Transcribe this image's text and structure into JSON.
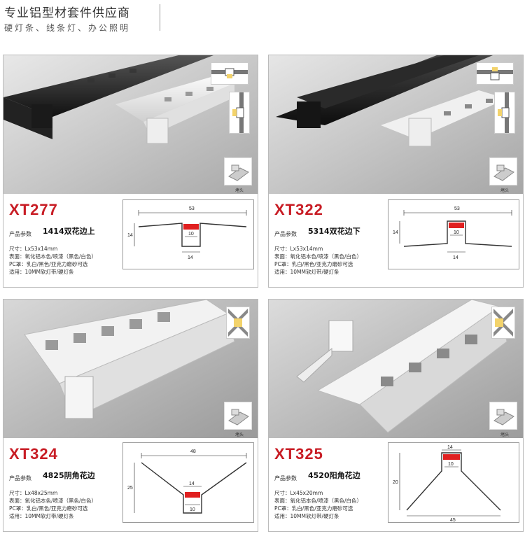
{
  "header": {
    "title": "专业铝型材套件供应商",
    "subtitle": "硬灯条、线条灯、办公照明"
  },
  "common": {
    "param_label": "产品参数",
    "endcap_label": "堵头"
  },
  "products": [
    {
      "model": "XT277",
      "name": "1414双花边上",
      "specs": [
        "尺寸：Lx53x14mm",
        "表面：氧化铝本色/喷漆（黑色/白色）",
        "PC罩：乳白/黑色/亚克力磨砂可选",
        "适用：10MM软灯带/硬灯条"
      ],
      "dims": {
        "width": "53",
        "height": "14",
        "inner": "10",
        "channel": "14"
      }
    },
    {
      "model": "XT322",
      "name": "5314双花边下",
      "specs": [
        "尺寸：Lx53x14mm",
        "表面：氧化铝本色/喷漆（黑色/白色）",
        "PC罩：乳白/黑色/亚克力磨砂可选",
        "适用：10MM软灯带/硬灯条"
      ],
      "dims": {
        "width": "53",
        "height": "14",
        "inner": "10",
        "channel": "14"
      }
    },
    {
      "model": "XT324",
      "name": "4825阴角花边",
      "specs": [
        "尺寸：Lx48x25mm",
        "表面：氧化铝本色/喷漆（黑色/白色）",
        "PC罩：乳白/黑色/亚克力磨砂可选",
        "适用：10MM软灯带/硬灯条"
      ],
      "dims": {
        "width": "48",
        "height": "25",
        "inner": "10",
        "channel": "14"
      }
    },
    {
      "model": "XT325",
      "name": "4520阳角花边",
      "specs": [
        "尺寸：Lx45x20mm",
        "表面：氧化铝本色/喷漆（黑色/白色）",
        "PC罩：乳白/黑色/亚克力磨砂可选",
        "适用：10MM软灯带/硬灯条"
      ],
      "dims": {
        "width": "45",
        "height": "20",
        "inner": "10",
        "channel": "14"
      }
    }
  ],
  "colors": {
    "accent": "#c81d25",
    "led": "#e02020"
  }
}
